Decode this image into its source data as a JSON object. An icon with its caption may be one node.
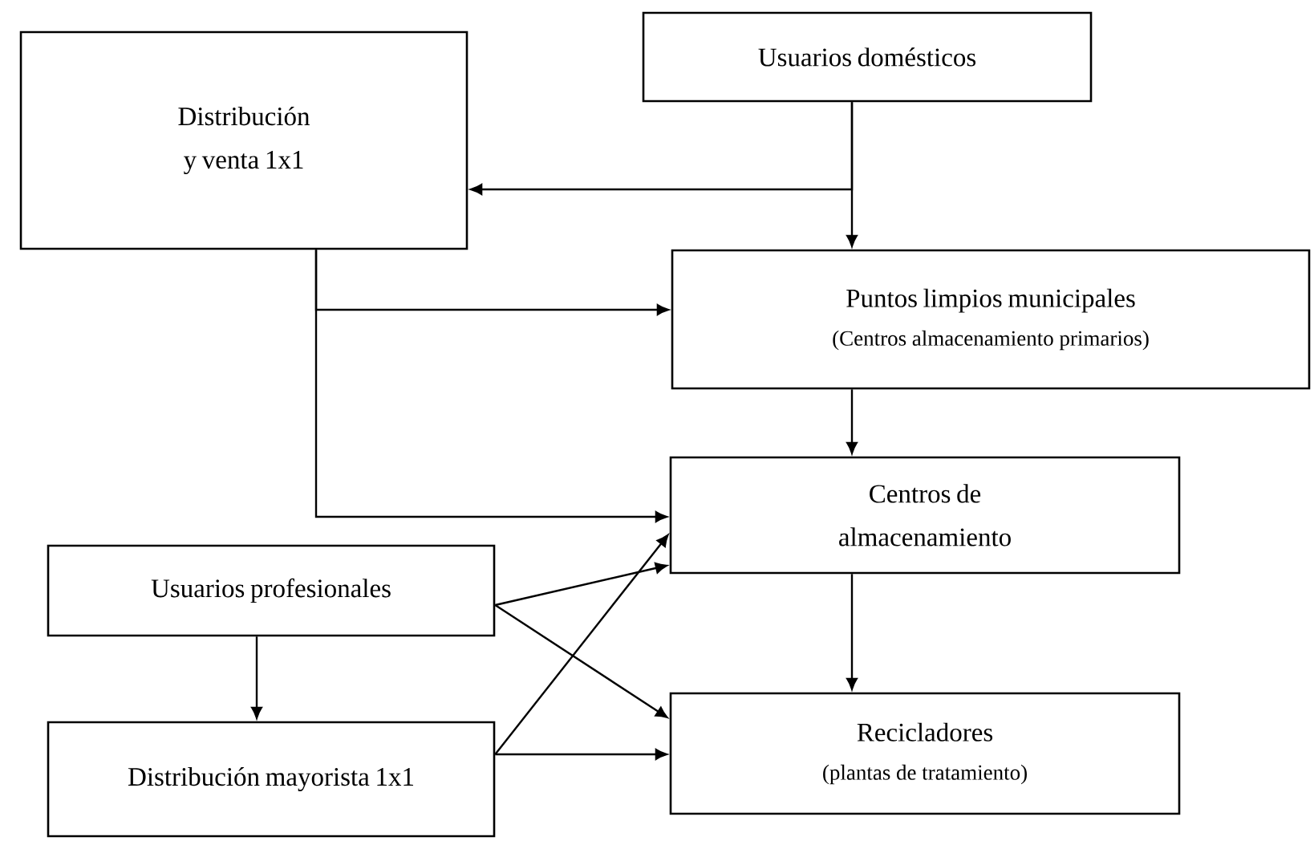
{
  "diagram": {
    "nodes": [
      {
        "text": [
          "Distribución y venta 1x1"
        ]
      },
      {
        "text": [
          "Usuarios domésticos"
        ]
      },
      {
        "text": [
          "Puntos limpios municipales",
          "(Centros almacenamiento primarios)"
        ]
      },
      {
        "text": [
          "Centros de almacenamiento"
        ]
      },
      {
        "text": [
          "Usuarios profesionales"
        ]
      },
      {
        "text": [
          "Distribución mayorista 1x1"
        ]
      },
      {
        "text": [
          "Recicladores",
          "(plantas de tratamiento)"
        ]
      }
    ],
    "edges": [
      {
        "from": 1,
        "to": 0,
        "arrow": "to"
      },
      {
        "from": 1,
        "to": 2,
        "arrow": "to"
      },
      {
        "from": 0,
        "to": 2,
        "arrow": "to"
      },
      {
        "from": 0,
        "to": 3,
        "arrow": "to"
      },
      {
        "from": 2,
        "to": 3,
        "arrow": "to"
      },
      {
        "from": 3,
        "to": 6,
        "arrow": "to"
      },
      {
        "from": 4,
        "to": 3,
        "arrow": "to"
      },
      {
        "from": 4,
        "to": 6,
        "arrow": "to"
      },
      {
        "from": 4,
        "to": 5,
        "arrow": "to"
      },
      {
        "from": 5,
        "to": 3,
        "arrow": "to"
      },
      {
        "from": 5,
        "to": 6,
        "arrow": "to"
      }
    ]
  }
}
